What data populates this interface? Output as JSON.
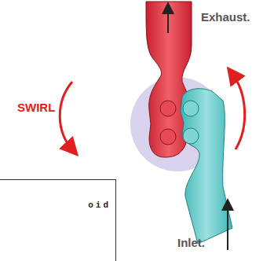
{
  "diagram": {
    "nodes": [
      {
        "text": [
          "oid"
        ]
      }
    ],
    "labels": [
      "Exhaust.",
      "SWIRL",
      "Inlet."
    ]
  }
}
